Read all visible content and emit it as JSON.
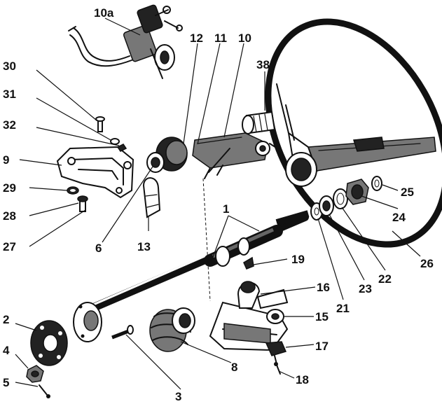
{
  "diagram": {
    "labels": {
      "l10a": "10a",
      "l12": "12",
      "l11": "11",
      "l10": "10",
      "l38": "38",
      "l30": "30",
      "l31": "31",
      "l32": "32",
      "l9": "9",
      "l29": "29",
      "l28": "28",
      "l27": "27",
      "l6": "6",
      "l13": "13",
      "l1": "1",
      "l19": "19",
      "l16": "16",
      "l15": "15",
      "l17": "17",
      "l18": "18",
      "l21": "21",
      "l23": "23",
      "l22": "22",
      "l24": "24",
      "l25": "25",
      "l26": "26",
      "l2": "2",
      "l4": "4",
      "l5": "5",
      "l3": "3",
      "l8": "8"
    }
  }
}
